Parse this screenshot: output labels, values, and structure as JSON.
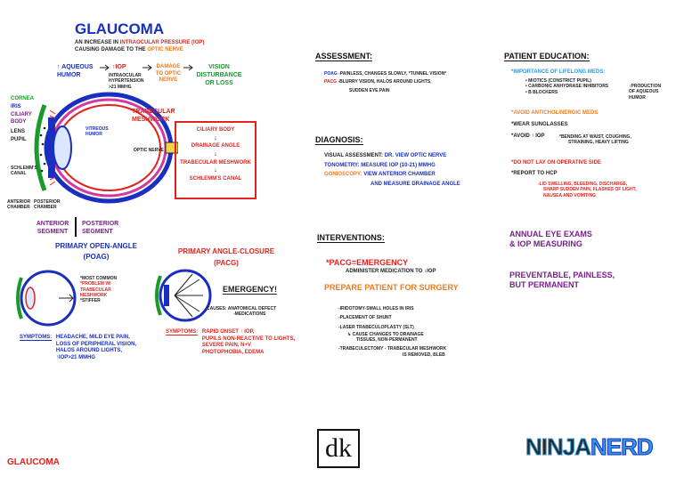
{
  "left": {
    "title": "GLAUCOMA",
    "subtitle_a": "An increase in",
    "subtitle_iop": "intraocular pressure (IOP)",
    "subtitle_b": "causing damage to the",
    "subtitle_nerve": "optic nerve",
    "flow": {
      "humor": "↑ Aqueous humor",
      "iop": "↑IOP",
      "iop_note": "Intraocular hypertension >21 mmHg",
      "damage": "Damage to optic nerve",
      "vision": "Vision disturbance or loss"
    },
    "eye_labels": {
      "cornea": "Cornea",
      "iris": "Iris",
      "ciliary": "Ciliary body",
      "lens": "Lens",
      "pupil": "Pupil",
      "schlemm": "Schlemm's canal",
      "anterior_chamber": "Anterior chamber",
      "posterior_chamber": "Posterior chamber",
      "vitreous": "Vitreous humor",
      "trabecular": "Trabecular meshwork",
      "optic_nerve": "Optic nerve"
    },
    "pathway": [
      "Ciliary body",
      "↓",
      "Drainage angle",
      "↓",
      "Trabecular meshwork",
      "↓",
      "Schlemm's canal"
    ],
    "segments": {
      "anterior": "Anterior segment",
      "posterior": "Posterior segment"
    },
    "poag": {
      "title": "Primary open-angle",
      "abbr": "(POAG)",
      "notes": [
        "*Most common",
        "*Problem w/ trabecular meshwork",
        "*Stiffer"
      ],
      "symptoms_label": "Symptoms:",
      "symptoms": [
        "Headache, mild eye pain,",
        "loss of peripheral vision,",
        "halos around lights,",
        "↑IOP>21 mmHg"
      ]
    },
    "pacg": {
      "title": "Primary angle-closure",
      "abbr": "(PACG)",
      "emergency": "Emergency!",
      "causes": [
        "Causes: anatomical defect",
        "-medications"
      ],
      "symptoms_label": "Symptoms:",
      "symptoms": [
        "Rapid onset ↑ IOP,",
        "pupils non-reactive to lights,",
        "severe pain, N+V",
        "photophobia, edema"
      ]
    }
  },
  "middle": {
    "assessment_title": "Assessment:",
    "assessment": [
      {
        "key": "POAG",
        "text": "-painless, changes slowly, *tunnel vision*"
      },
      {
        "key": "PACG",
        "text": "-blurry vision, halos around lights,"
      },
      {
        "key": "",
        "text": "sudden eye pain"
      }
    ],
    "diagnosis_title": "Diagnosis:",
    "diagnosis": [
      {
        "key": "Visual assessment:",
        "text": "Dr. view optic nerve"
      },
      {
        "key": "Tonometry:",
        "text": "measure IOP (10-21) mmHg"
      },
      {
        "key": "Gonioscopy:",
        "text": "view anterior chamber"
      },
      {
        "key": "",
        "text": "and measure drainage angle"
      }
    ],
    "interventions_title": "Interventions:",
    "emergency": "*PACG=Emergency",
    "administer": "Administer medication to ↓IOP",
    "prepare": "Prepare patient for surgery",
    "surgeries": [
      "-Iridotomy-small holes in iris",
      "-Placement of shunt",
      "-Laser trabeculoplasty (SLT)",
      "↳ cause changes to drainage",
      "tissues, non-permanent",
      "-Trabeculectomy - trabecular meshwork",
      "is removed, bleb"
    ]
  },
  "right": {
    "title": "Patient education:",
    "lifelong": "*Importance of lifelong meds:",
    "meds": [
      "• Miotics (constrict pupil)",
      "• Carbonic anhydrase inhibitors",
      "• β blockers"
    ],
    "meds_note": "↓production of aqueous humor",
    "anticholinergic": "*Avoid anticholinergic meds",
    "sunglasses": "*Wear sunglasses",
    "avoid_iop": "*Avoid ↑ IOP",
    "avoid_iop_detail": [
      "*bending at waist, coughing,",
      "straining, heavy lifting"
    ],
    "no_lay": "*Do not lay on operative side",
    "report": "*Report to HCP",
    "report_detail": [
      "-Lid swelling, bleeding, discharge,",
      "sharp sudden pain, flashes of light,",
      "nausea and vomiting"
    ],
    "annual": [
      "Annual eye exams",
      "& IOP measuring"
    ],
    "preventable": [
      "Preventable, painless,",
      "but permanent"
    ]
  },
  "footer": {
    "label": "GLAUCOMA",
    "dk_logo": "dk",
    "brand_a": "NINJA",
    "brand_b": "NERD"
  }
}
